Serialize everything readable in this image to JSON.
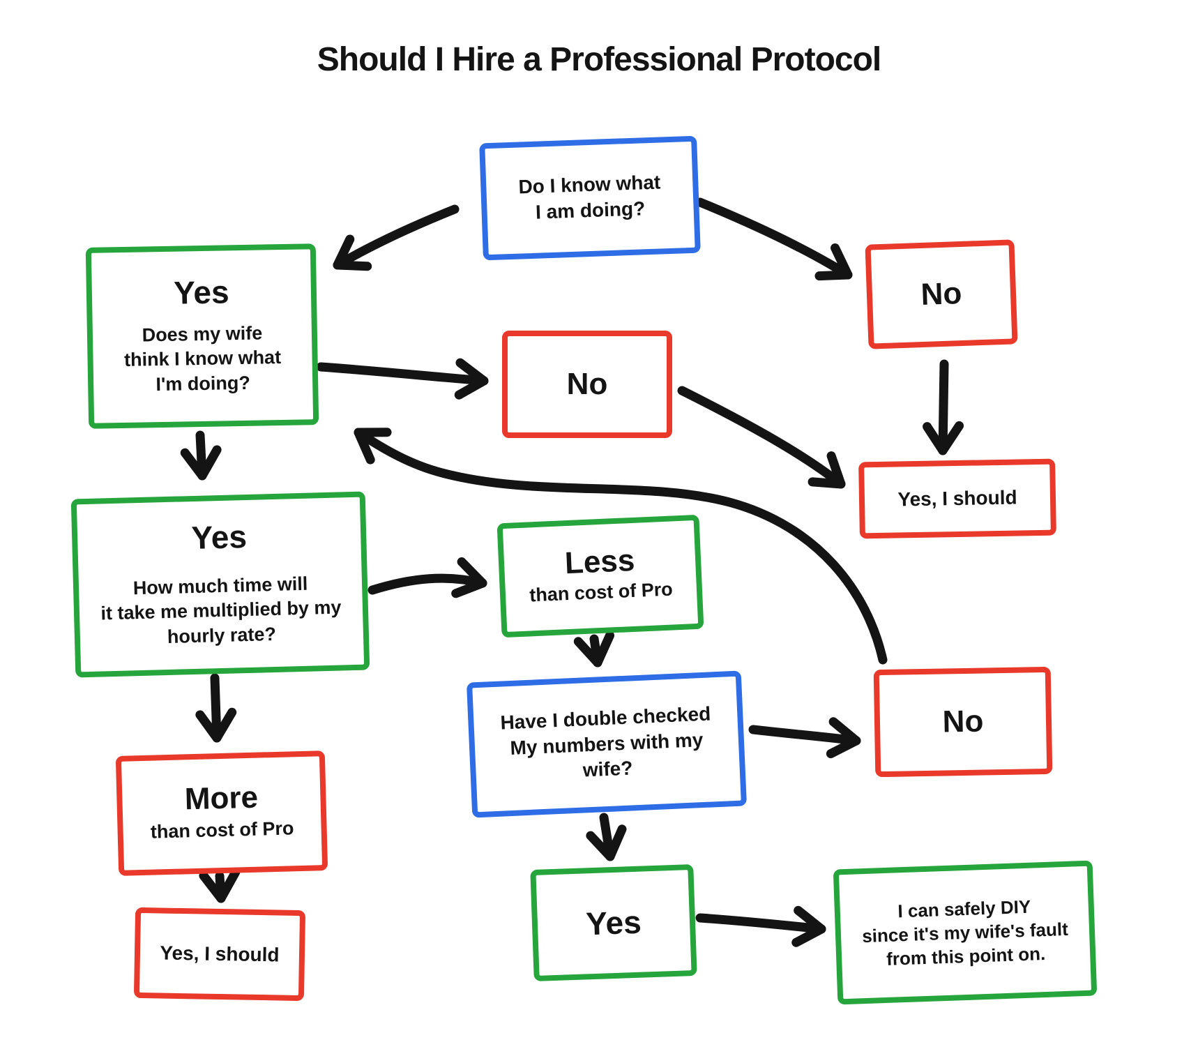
{
  "title": "Should I Hire a Professional Protocol",
  "palette": {
    "green": "#27a53d",
    "red": "#e8392b",
    "blue": "#2e6de5",
    "ink": "#141414",
    "background": "#ffffff"
  },
  "nodes": {
    "know": {
      "body": "Do I know what\nI am doing?",
      "color": "blue"
    },
    "wife": {
      "heading": "Yes",
      "body": "Does my wife\nthink I know what\nI'm doing?",
      "color": "green"
    },
    "no_top": {
      "heading": "No",
      "color": "red"
    },
    "no_mid": {
      "heading": "No",
      "color": "red"
    },
    "yes_should_right": {
      "body": "Yes, I should",
      "color": "red"
    },
    "time": {
      "heading": "Yes",
      "body": "How much time will\nit take me multiplied by my\nhourly rate?",
      "color": "green"
    },
    "less": {
      "heading": "Less",
      "body": "than cost of Pro",
      "color": "green"
    },
    "checked": {
      "body": "Have I double checked\nMy numbers with my\nwife?",
      "color": "blue"
    },
    "no_bottom": {
      "heading": "No",
      "color": "red"
    },
    "more": {
      "heading": "More",
      "body": "than cost of Pro",
      "color": "red"
    },
    "yes_should_left": {
      "body": "Yes, I should",
      "color": "red"
    },
    "yes_bottom": {
      "heading": "Yes",
      "color": "green"
    },
    "diy": {
      "body": "I can safely DIY\nsince it's my wife's fault\nfrom this point on.",
      "color": "green"
    }
  },
  "edges": [
    {
      "from": "know",
      "to": "wife"
    },
    {
      "from": "know",
      "to": "no_top"
    },
    {
      "from": "wife",
      "to": "no_mid"
    },
    {
      "from": "no_top",
      "to": "yes_should_right"
    },
    {
      "from": "no_mid",
      "to": "yes_should_right"
    },
    {
      "from": "wife",
      "to": "time"
    },
    {
      "from": "no_bottom",
      "to": "wife"
    },
    {
      "from": "time",
      "to": "less"
    },
    {
      "from": "less",
      "to": "checked"
    },
    {
      "from": "checked",
      "to": "no_bottom"
    },
    {
      "from": "time",
      "to": "more"
    },
    {
      "from": "more",
      "to": "yes_should_left"
    },
    {
      "from": "checked",
      "to": "yes_bottom"
    },
    {
      "from": "yes_bottom",
      "to": "diy"
    }
  ]
}
